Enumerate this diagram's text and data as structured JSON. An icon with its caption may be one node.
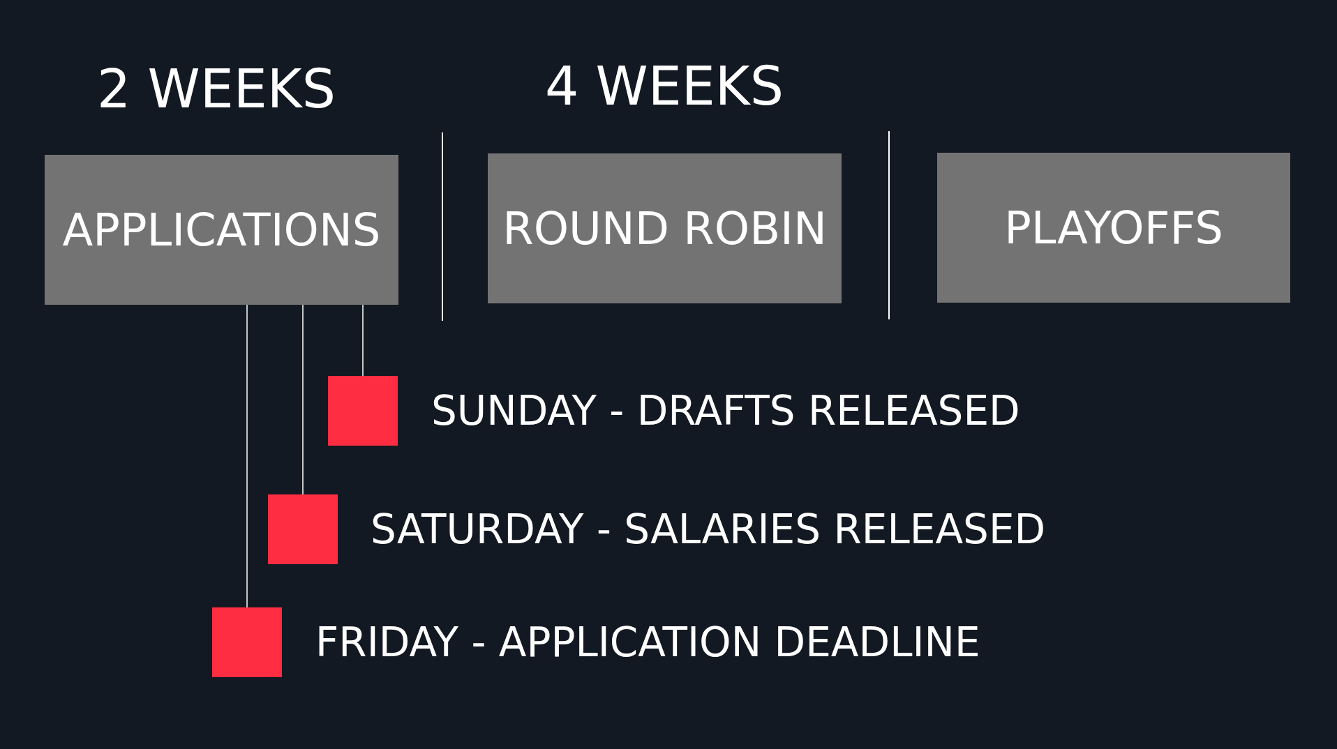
{
  "diagram": {
    "nodes": [
      {
        "text": [
          "APPLICATIONS"
        ],
        "beside": [
          "2 WEEKS"
        ]
      },
      {
        "text": [
          "ROUND ROBIN"
        ],
        "beside": [
          "4 WEEKS"
        ]
      },
      {
        "text": [
          "PLAYOFFS"
        ]
      },
      {
        "text": [],
        "shape": "box",
        "beside": [
          "SUNDAY - DRAFTS RELEASED"
        ]
      },
      {
        "text": [],
        "shape": "box",
        "beside": [
          "SATURDAY - SALARIES RELEASED"
        ]
      },
      {
        "text": [],
        "shape": "box",
        "beside": [
          "FRIDAY - APPLICATION DEADLINE"
        ]
      }
    ],
    "edges": [
      {
        "from": 0,
        "to": 3,
        "arrow": "none"
      },
      {
        "from": 0,
        "to": 4,
        "arrow": "none"
      },
      {
        "from": 0,
        "to": 5,
        "arrow": "none"
      }
    ]
  }
}
